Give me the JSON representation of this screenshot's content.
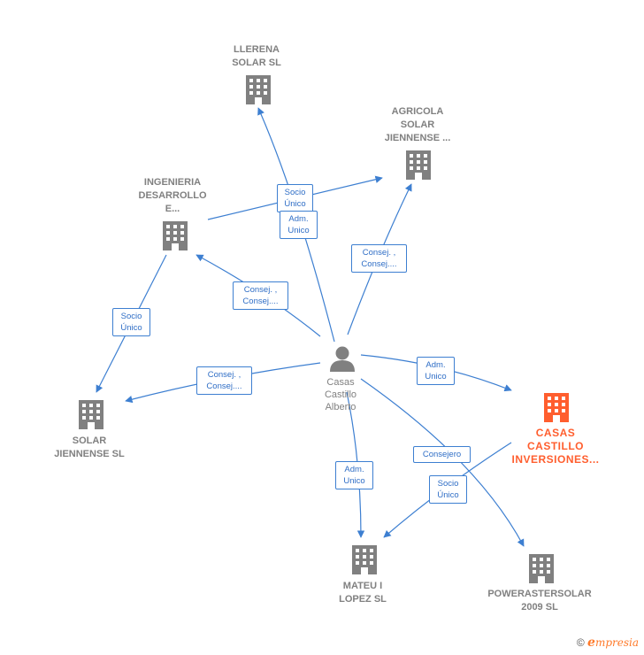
{
  "colors": {
    "edge": "#3d7fd1",
    "company": "#808080",
    "focus": "#ff5e2e",
    "person": "#808080"
  },
  "nodes": {
    "llerena": {
      "label": "LLERENA\nSOLAR  SL",
      "icon": "building-icon"
    },
    "agricola": {
      "label": "AGRICOLA\nSOLAR\nJIENNENSE ...",
      "icon": "building-icon"
    },
    "ingenieria": {
      "label": "INGENIERIA\nDESARROLLO\nE...",
      "icon": "building-icon"
    },
    "solar_jiennense": {
      "label": "SOLAR\nJIENNENSE SL",
      "icon": "building-icon"
    },
    "person": {
      "label": "Casas\nCastillo\nAlberto",
      "icon": "person-icon"
    },
    "casas_castillo": {
      "label": "CASAS\nCASTILLO\nINVERSIONES...",
      "icon": "building-icon"
    },
    "mateu": {
      "label": "MATEU I\nLOPEZ  SL",
      "icon": "building-icon"
    },
    "powerastersolar": {
      "label": "POWERASTERSOLAR\n2009 SL",
      "icon": "building-icon"
    }
  },
  "edges": {
    "e1": "Socio\nÚnico",
    "e2": "Adm.\nUnico",
    "e3": "Consej. ,\nConsej....",
    "e4": "Consej. ,\nConsej....",
    "e5": "Socio\nÚnico",
    "e6": "Consej. ,\nConsej....",
    "e7": "Adm.\nUnico",
    "e8": "Adm.\nUnico",
    "e9": "Consejero",
    "e10": "Socio\nÚnico"
  },
  "footer": {
    "symbol": "©",
    "brand_initial": "e",
    "brand_rest": "mpresia"
  }
}
